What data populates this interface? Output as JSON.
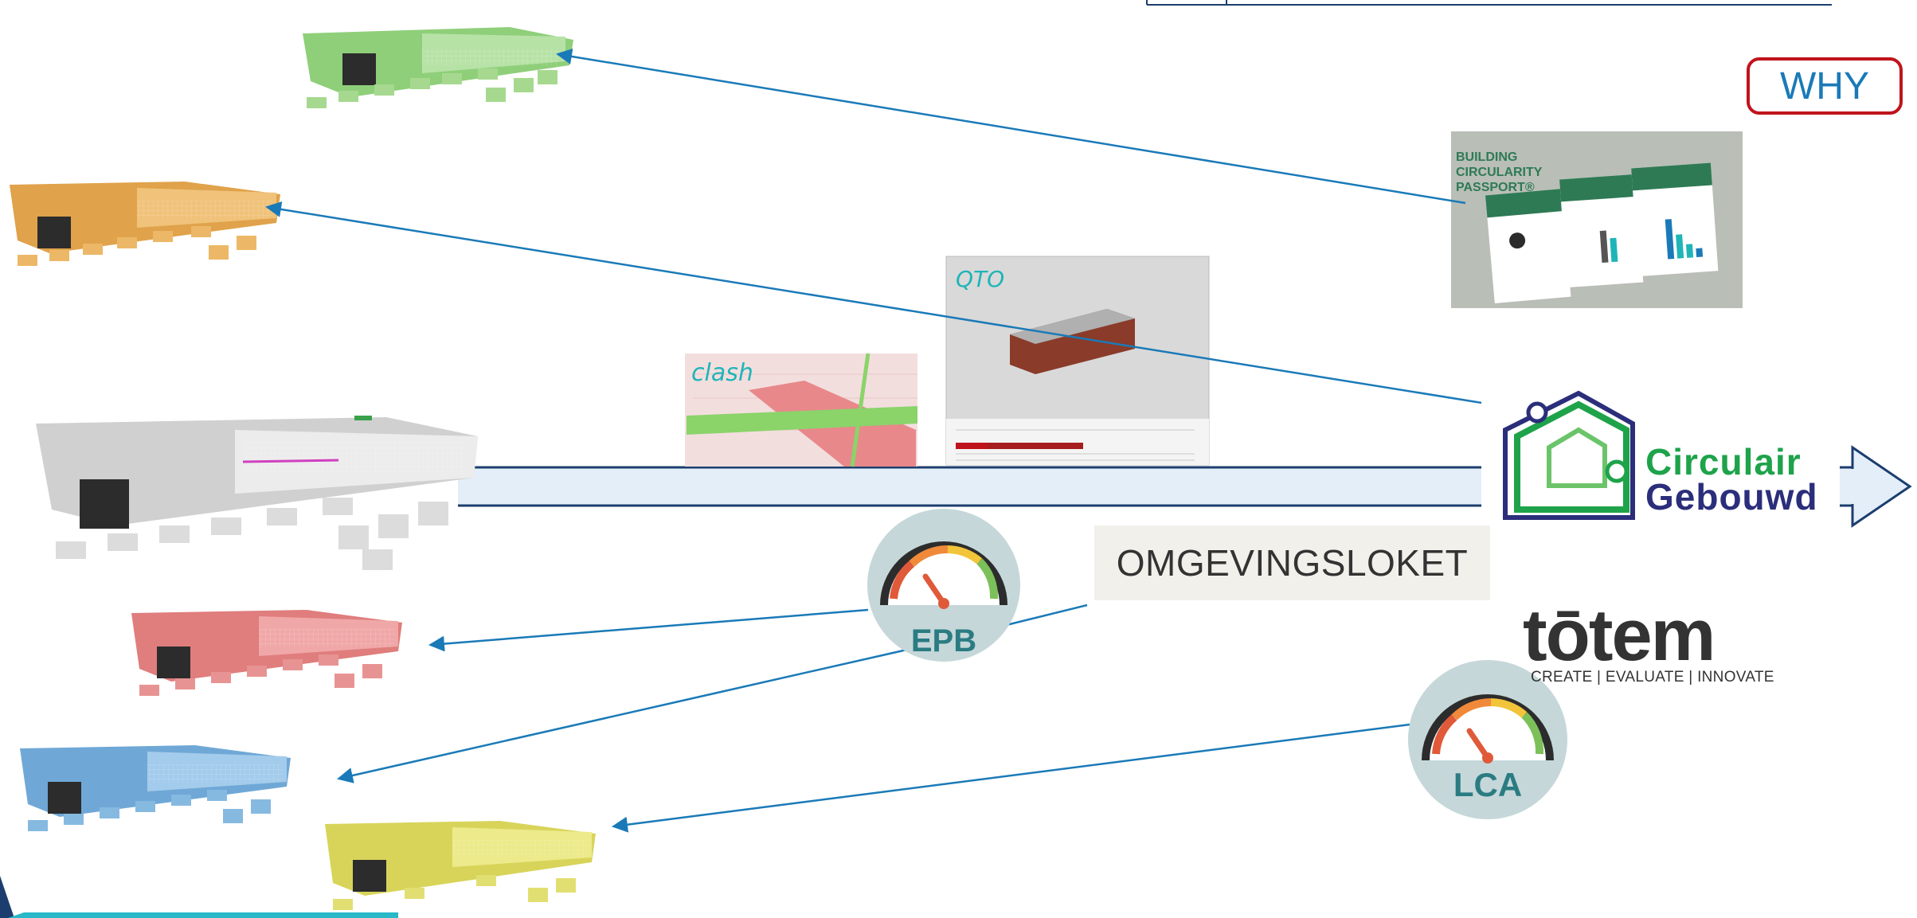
{
  "labels": {
    "why": "WHY",
    "omgevingsloket": "OMGEVINGSLOKET",
    "clash": "clash",
    "qto": "QTO",
    "epb": "EPB",
    "lca": "LCA"
  },
  "logos": {
    "circulair_line1": "Circulair",
    "circulair_line2": "Gebouwd",
    "totem_word": "tōtem",
    "totem_tagline": "CREATE | EVALUATE | INNOVATE",
    "passport_title": "BUILDING CIRCULARITY PASSPORT®"
  },
  "colors": {
    "arrow": "#1a7ab8",
    "timeline_fill": "#e3eef9",
    "timeline_border": "#1c3e6e",
    "why_border": "#c0141c",
    "gauge_bg": "#c5d7d9",
    "gauge_text": "#2a7c82",
    "model_green": "#8fcf7a",
    "model_orange": "#e0a24a",
    "model_grey": "#d0d0d0",
    "model_red": "#e07d7d",
    "model_blue": "#6fa8d6",
    "model_yellow": "#d8d45a"
  },
  "icons": [
    "gauge-icon",
    "house-icon",
    "arrow-right-icon"
  ]
}
